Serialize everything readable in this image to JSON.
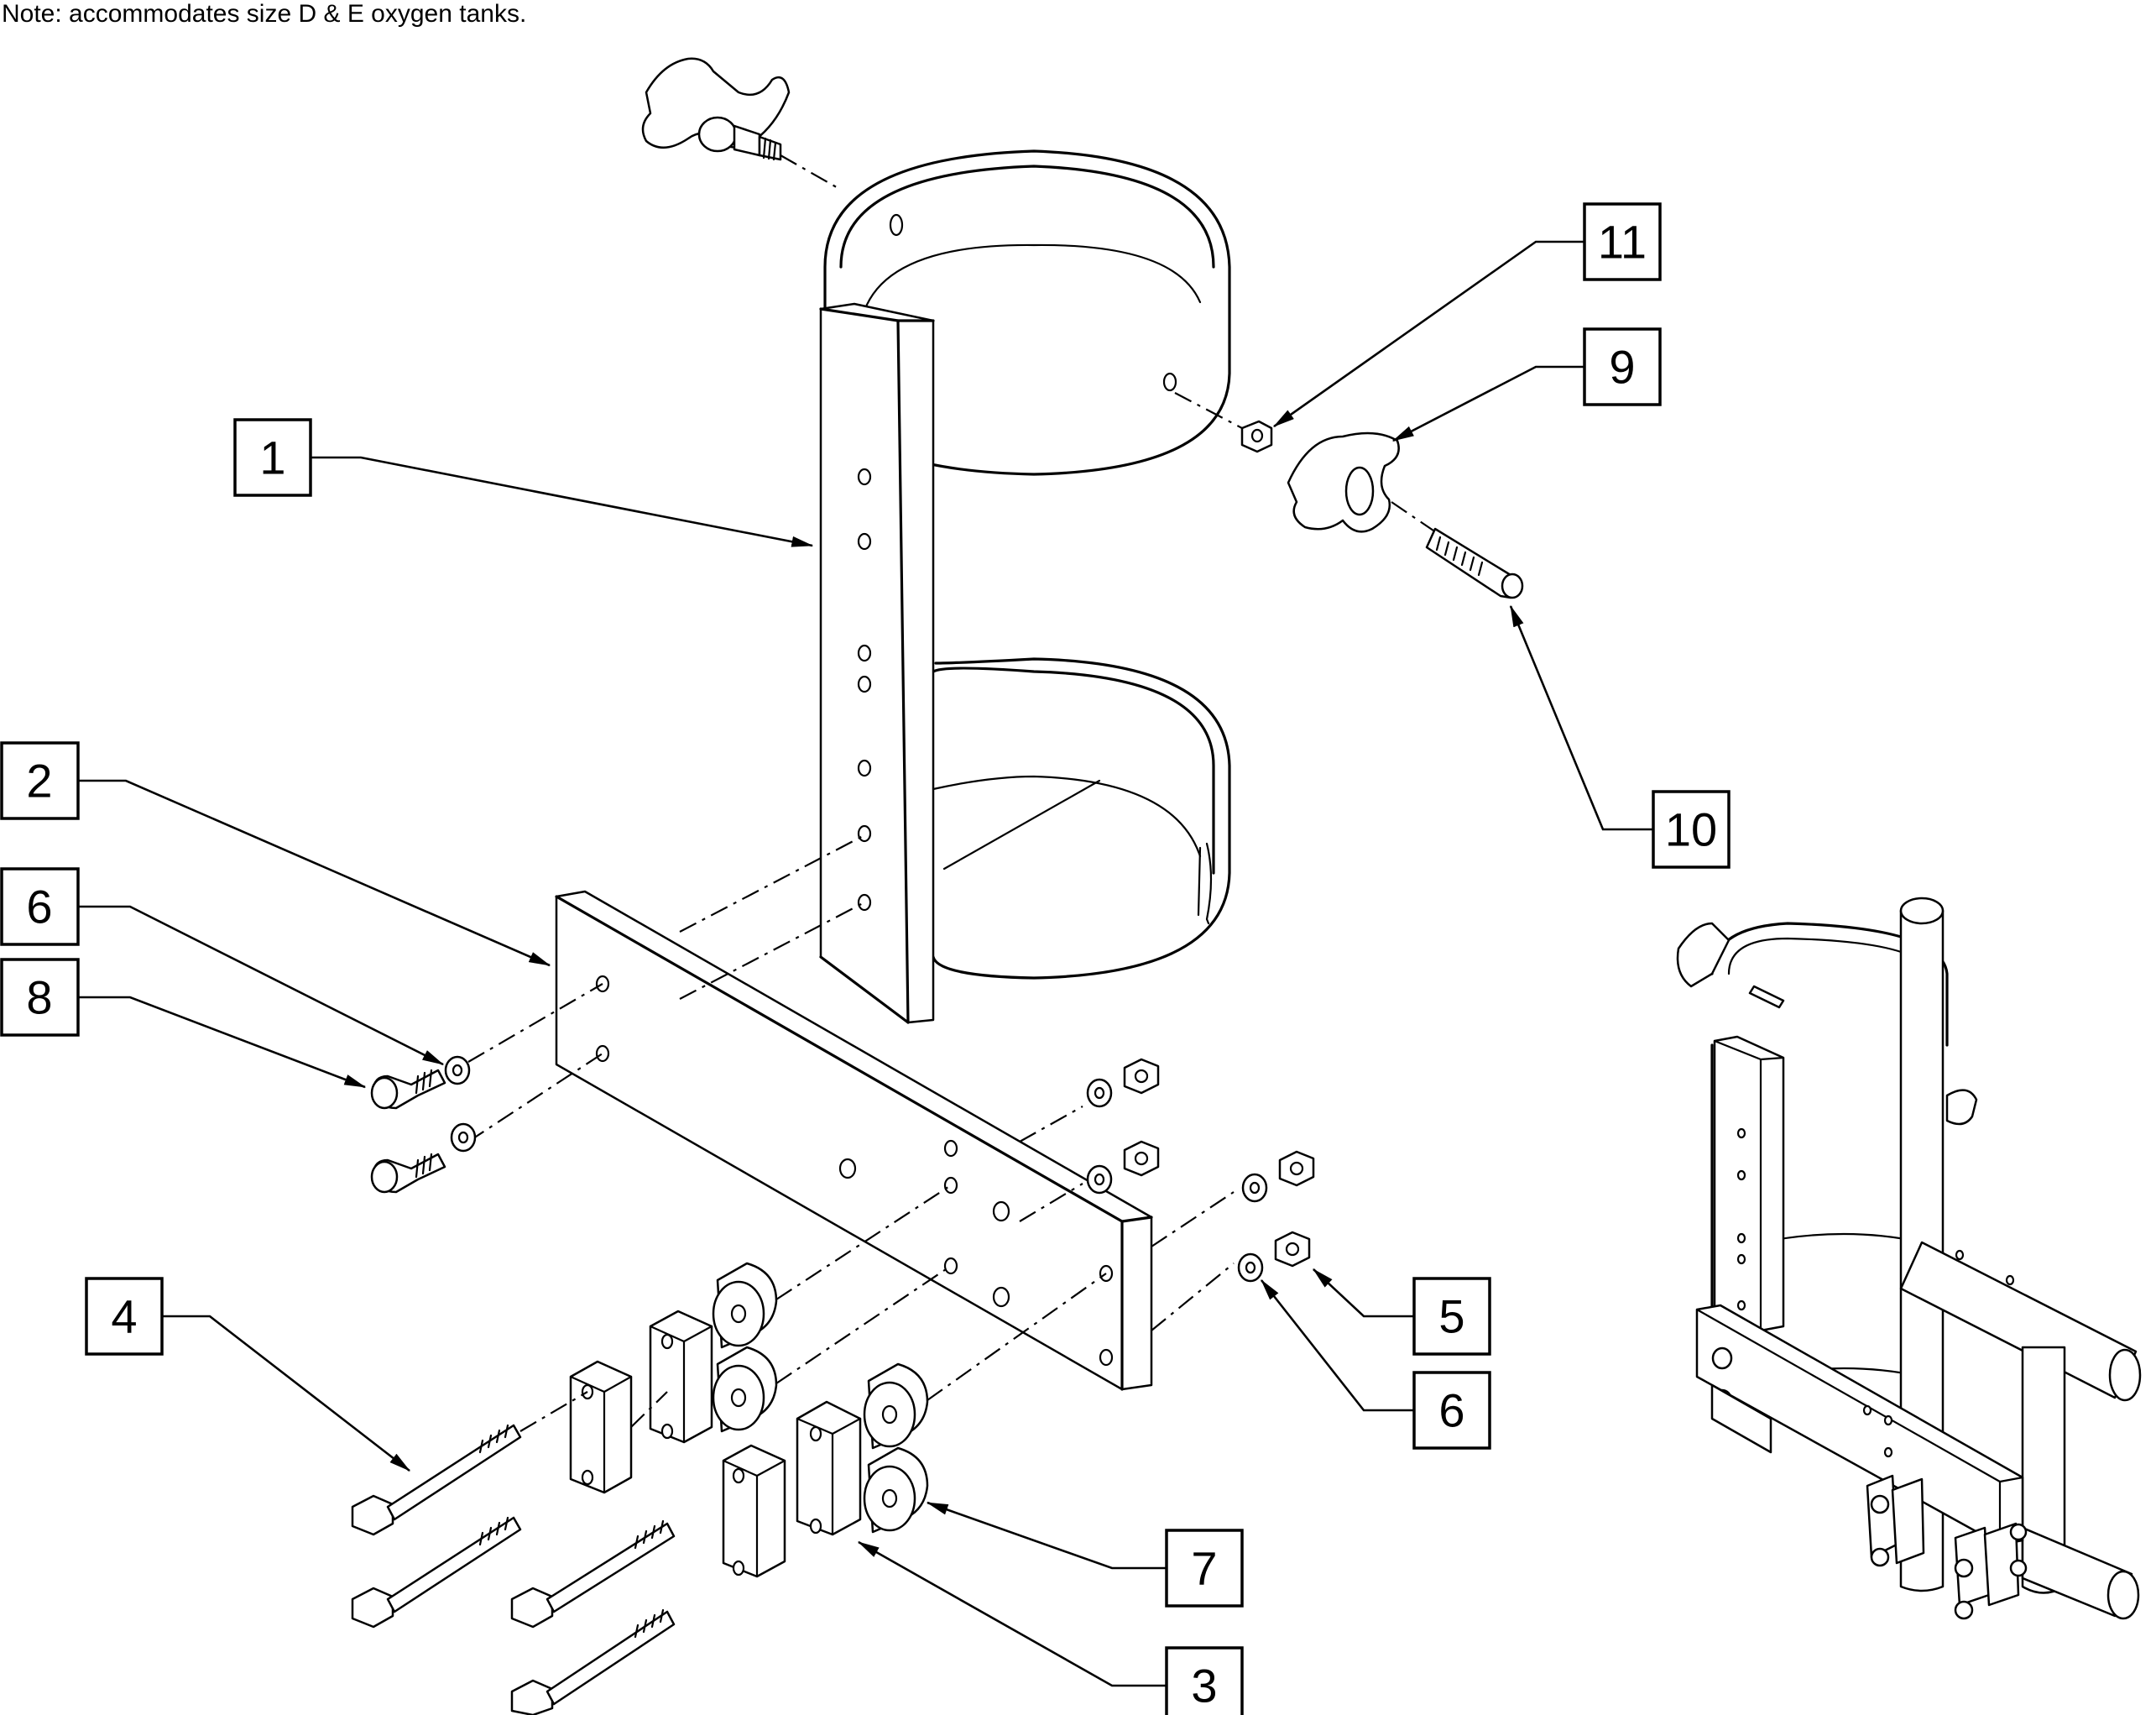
{
  "note": "Note: accommodates size D & E oxygen tanks.",
  "callouts": [
    "1",
    "2",
    "3",
    "4",
    "5",
    "6",
    "6",
    "7",
    "8",
    "9",
    "10",
    "11"
  ],
  "icons": {
    "arrowheads": "arrow-icon"
  }
}
